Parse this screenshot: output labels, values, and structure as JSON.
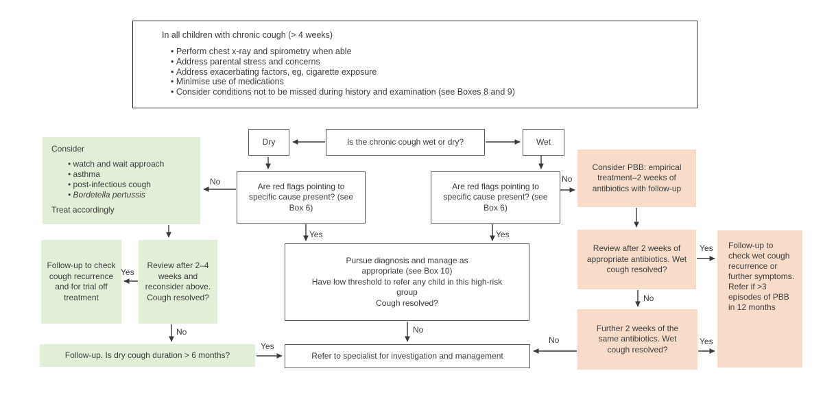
{
  "colors": {
    "green_box": "#e1eed8",
    "pink_box": "#f6dcc9",
    "white_box_border": "#58595b",
    "summary_box_border": "#2b2b2b",
    "text": "#3c3c3c",
    "arrow": "#3a3a3a"
  },
  "summary": {
    "title": "In all children with chronic cough (> 4 weeks)",
    "bullets": [
      "Perform chest x-ray and spirometry when able",
      "Address parental stress and concerns",
      "Address exacerbating factors, eg, cigarette exposure",
      "Minimise use of medications",
      "Consider conditions not to be missed during history and examination (see Boxes 8 and 9)"
    ]
  },
  "nodes": {
    "question": "Is the chronic cough wet or dry?",
    "dry": "Dry",
    "wet": "Wet",
    "red_flags_dry": "Are red flags pointing to specific cause present? (see Box 6)",
    "red_flags_wet": "Are red flags pointing to specific cause present? (see Box 6)",
    "consider_dry": {
      "title": "Consider",
      "bullets": [
        "watch and wait approach",
        "asthma",
        "post-infectious cough",
        "Bordetella pertussis"
      ],
      "footer": "Treat accordingly"
    },
    "followup_trial_off": "Follow-up to check cough recurrence and for trial off treatment",
    "review_2_4_weeks": "Review after 2–4 weeks and reconsider above. Cough resolved?",
    "followup_dry_6_months": "Follow-up. Is dry cough duration > 6 months?",
    "pursue_diagnosis": [
      "Pursue diagnosis and manage as appropriate (see Box 10)",
      "Have low threshold to refer any child in this high-risk group",
      "Cough resolved?"
    ],
    "refer_specialist": "Refer to specialist for investigation and management",
    "consider_pbb": "Consider PBB: empirical treatment–2 weeks of antibiotics with follow-up",
    "review_2_weeks": "Review after 2 weeks of appropriate antibiotics. Wet cough resolved?",
    "further_2_weeks": "Further 2 weeks of the same antibiotics. Wet cough resolved?",
    "followup_wet": "Follow-up to check wet cough recurrence or further symptoms. Refer if >3 episodes of PBB in 12 months"
  },
  "edge_labels": {
    "no_dry_flags": "No",
    "yes_dry_flags": "Yes",
    "yes_wet_flags": "Yes",
    "no_wet_flags": "No",
    "yes_review24": "Yes",
    "no_review24": "No",
    "yes_dry6": "Yes",
    "no_pursue": "No",
    "yes_review2w": "Yes",
    "no_review2w": "No",
    "yes_further2w": "Yes",
    "no_further2w": "No"
  }
}
